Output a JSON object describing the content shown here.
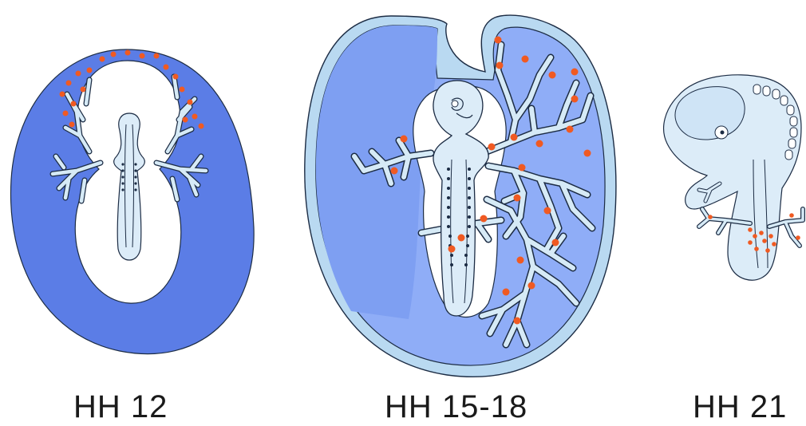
{
  "stages": [
    {
      "id": "hh12",
      "label": "HH 12"
    },
    {
      "id": "hh1518",
      "label": "HH 15-18"
    },
    {
      "id": "hh21",
      "label": "HH 21"
    }
  ],
  "colors": {
    "yolk_sac_dark": "#5b7de6",
    "yolk_sac_light": "#8fadf7",
    "membrane": "#b9d9f1",
    "embryo": "#dcecf8",
    "vessel": "#d6eaf6",
    "outline": "#1c2c44",
    "cell_marker": "#f05a22"
  }
}
